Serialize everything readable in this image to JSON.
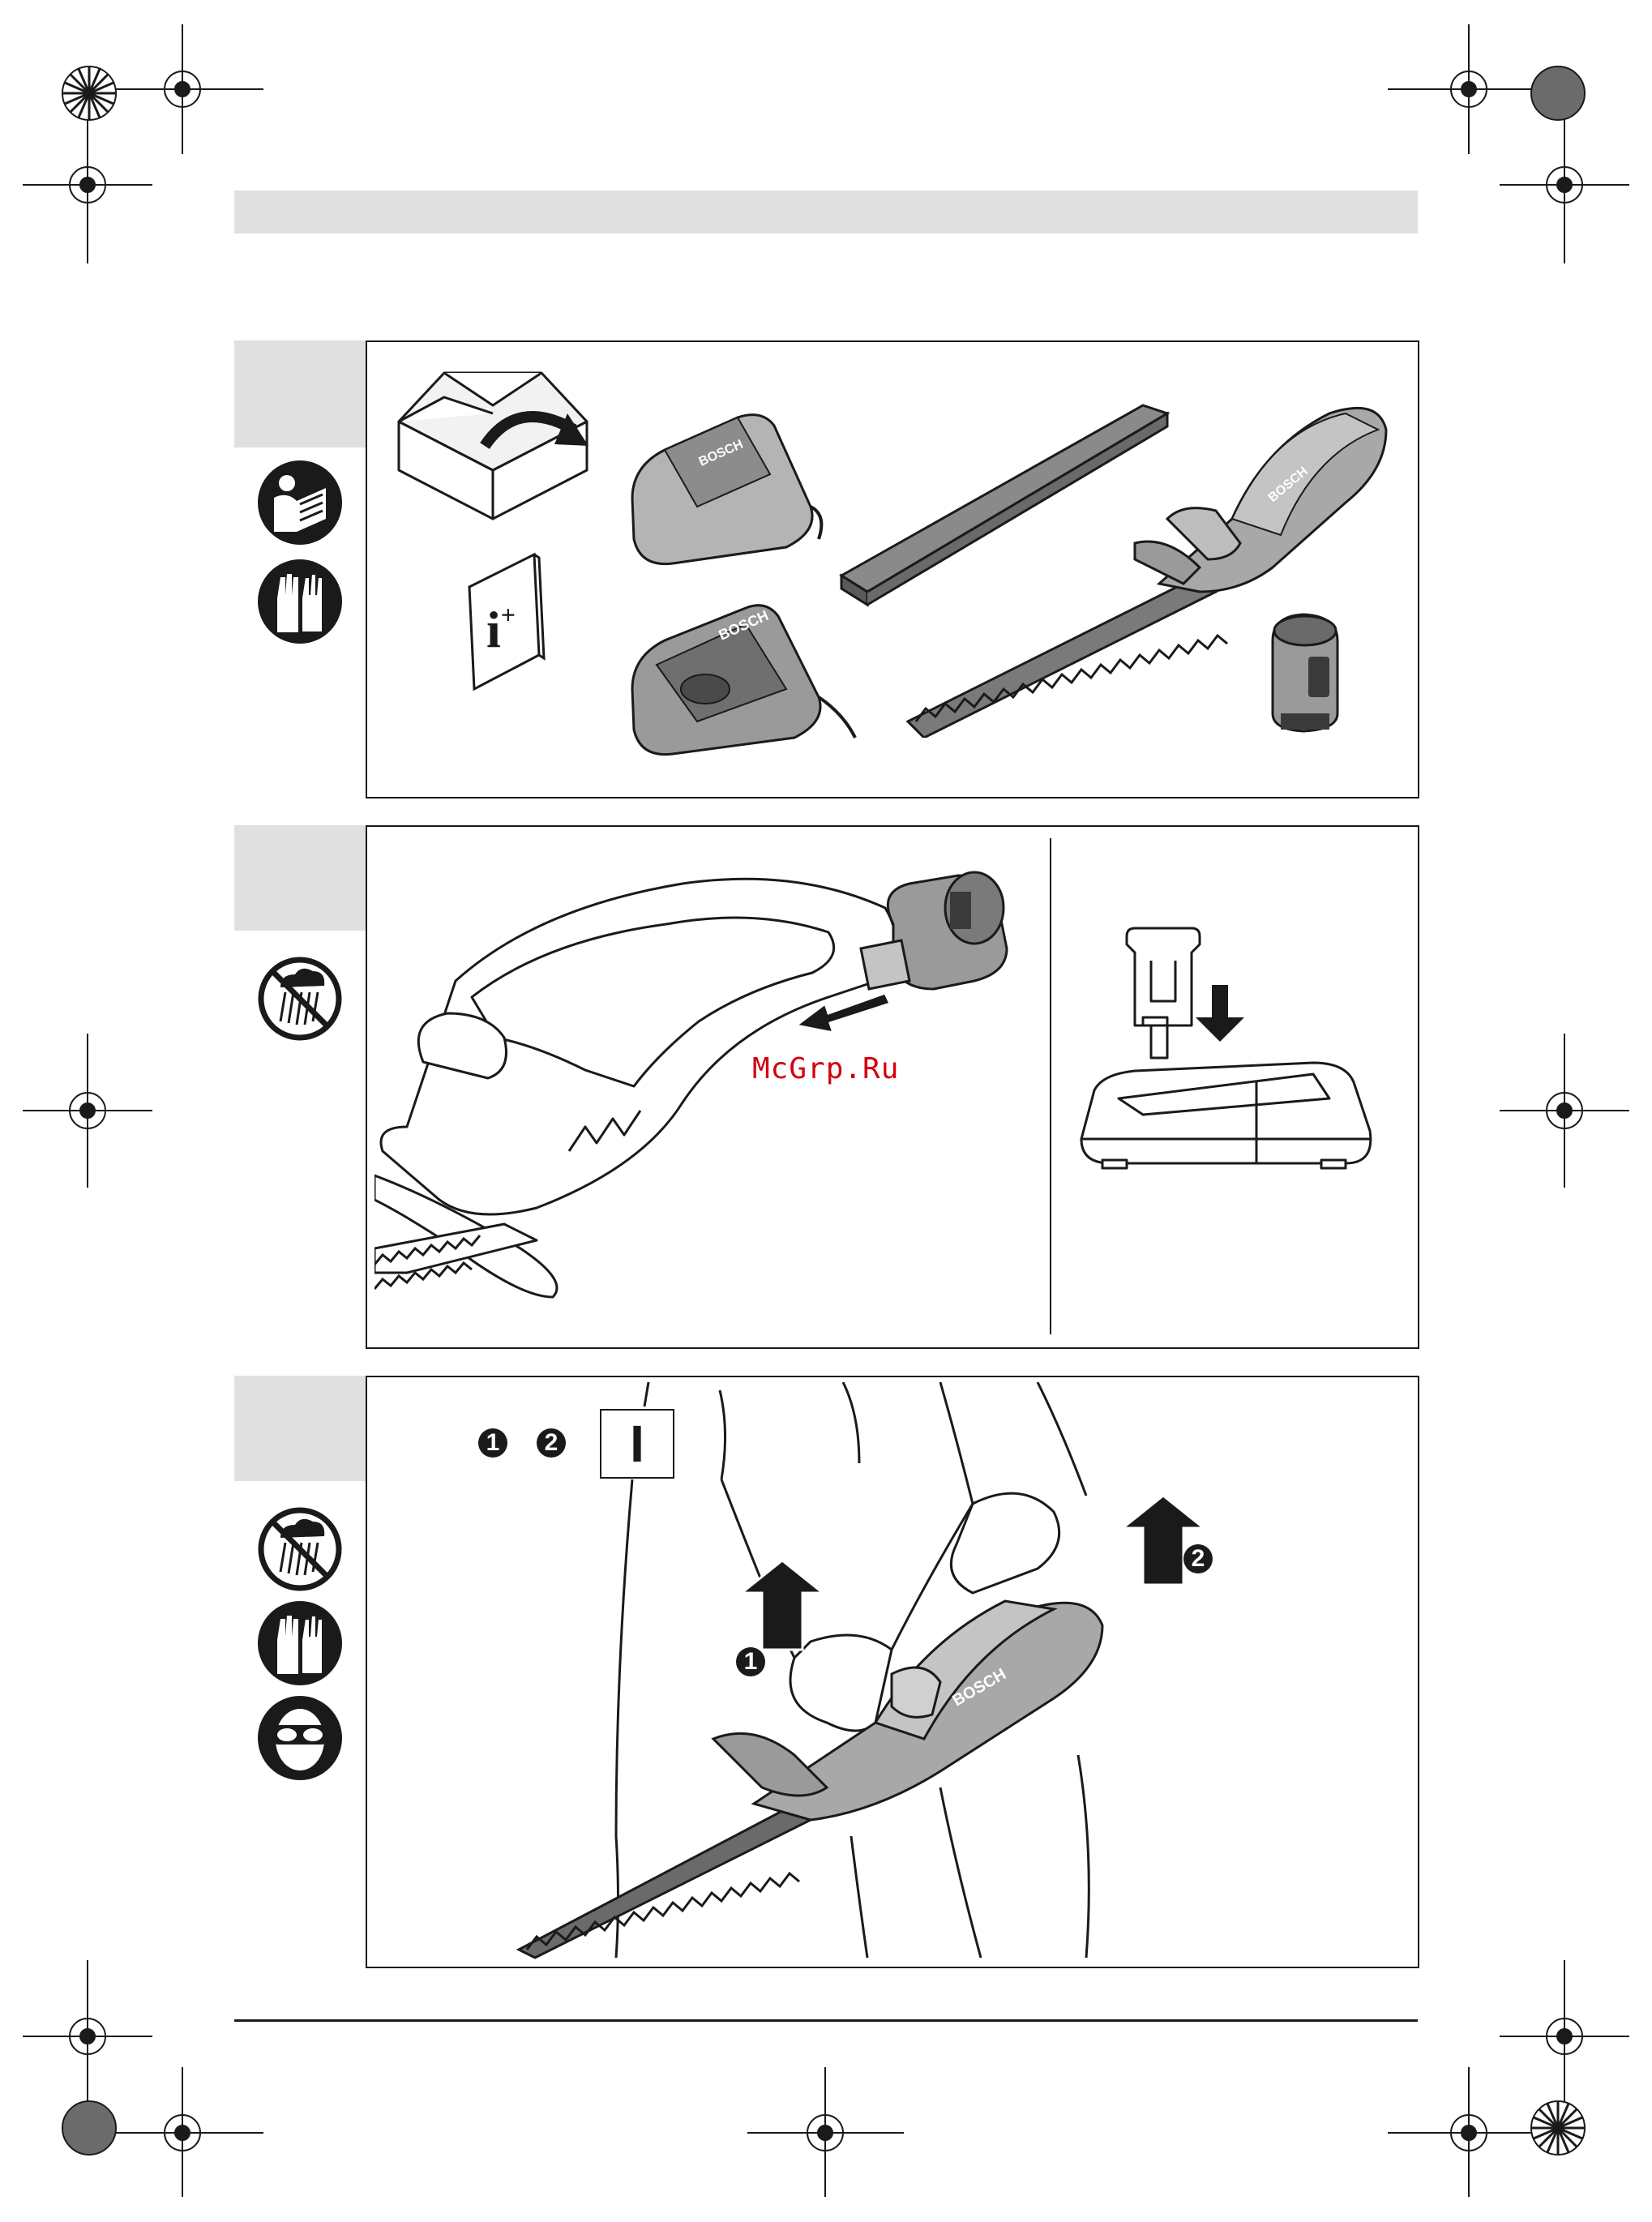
{
  "page": {
    "watermark": "McGrp.Ru"
  },
  "panel1": {
    "info_symbol": "i",
    "info_plus": "+",
    "brand_text": "BOSCH",
    "icons": [
      "read-manual-icon",
      "gloves-icon"
    ]
  },
  "panel2": {
    "icons": [
      "no-rain-icon"
    ]
  },
  "panel3": {
    "steps": [
      "1",
      "2"
    ],
    "switch_label": "I",
    "brand_text": "BOSCH",
    "icons": [
      "no-rain-icon",
      "gloves-icon",
      "eye-protection-icon"
    ]
  },
  "colors": {
    "ink": "#1a1a1a",
    "tab_gray": "#e0e0e0",
    "tool_gray": "#9a9a9a",
    "watermark_red": "#d4000d"
  }
}
